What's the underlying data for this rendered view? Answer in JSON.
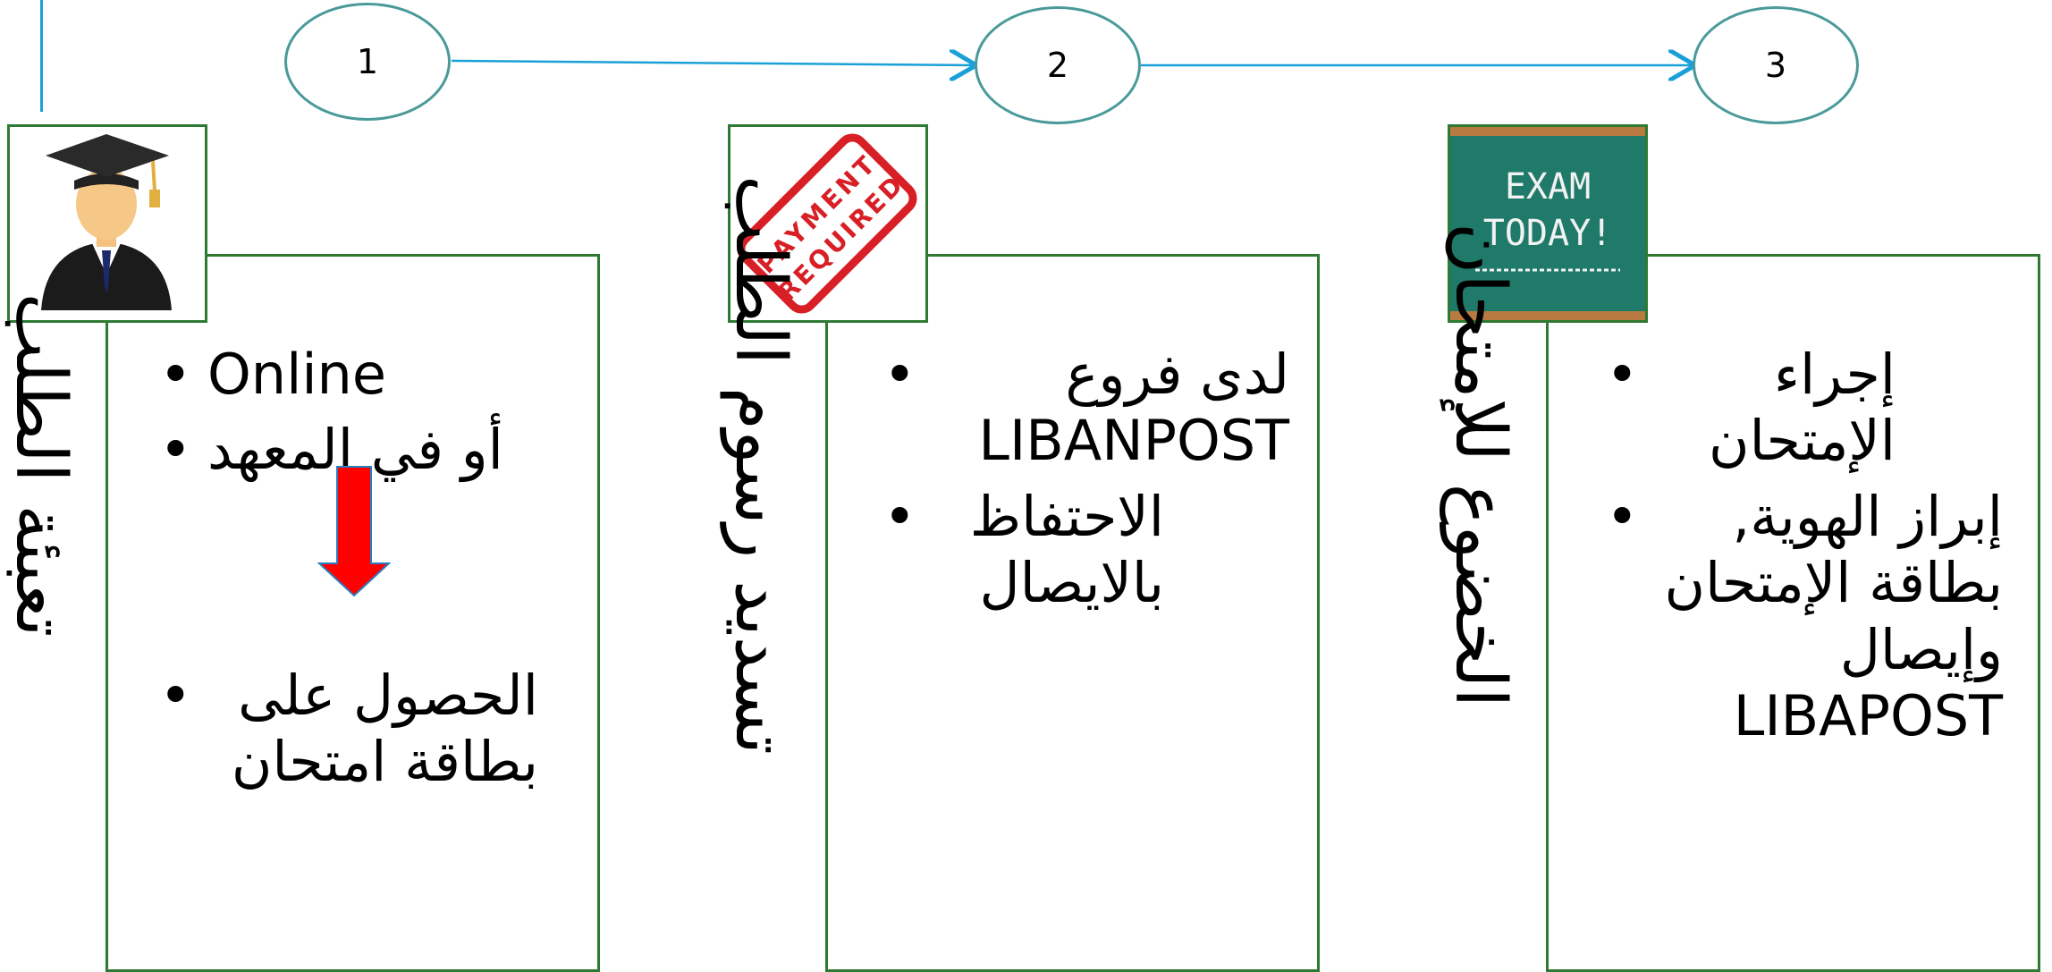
{
  "steps": [
    {
      "number": "1",
      "title": "تعبئة الطلب",
      "icon": "graduate-icon",
      "bullets": [
        "Online",
        "أو في المعهد",
        "الحصول على بطاقة امتحان"
      ]
    },
    {
      "number": "2",
      "title": "تسديد رسوم الطلب",
      "icon": "payment-required-stamp-icon",
      "stamp_text": [
        "PAYMENT",
        "REQUIRED"
      ],
      "bullets": [
        "لدى فروع LIBANPOST",
        "الاحتفاظ بالايصال"
      ]
    },
    {
      "number": "3",
      "title": "الخضوع للإمتحان",
      "icon": "exam-today-chalkboard-icon",
      "board_text": [
        "EXAM",
        "TODAY!"
      ],
      "bullets": [
        "إجراء الإمتحان",
        "إبراز الهوية, بطاقة الإمتحان وإيصال LIBAPOST"
      ]
    }
  ],
  "colors": {
    "connector": "#1aa0d8",
    "ellipse_border": "#4a9a9a",
    "box_border": "#2e7a33",
    "arrow": "#ff0000",
    "stamp": "#d81f26",
    "chalkboard": "#1f7a6a"
  }
}
